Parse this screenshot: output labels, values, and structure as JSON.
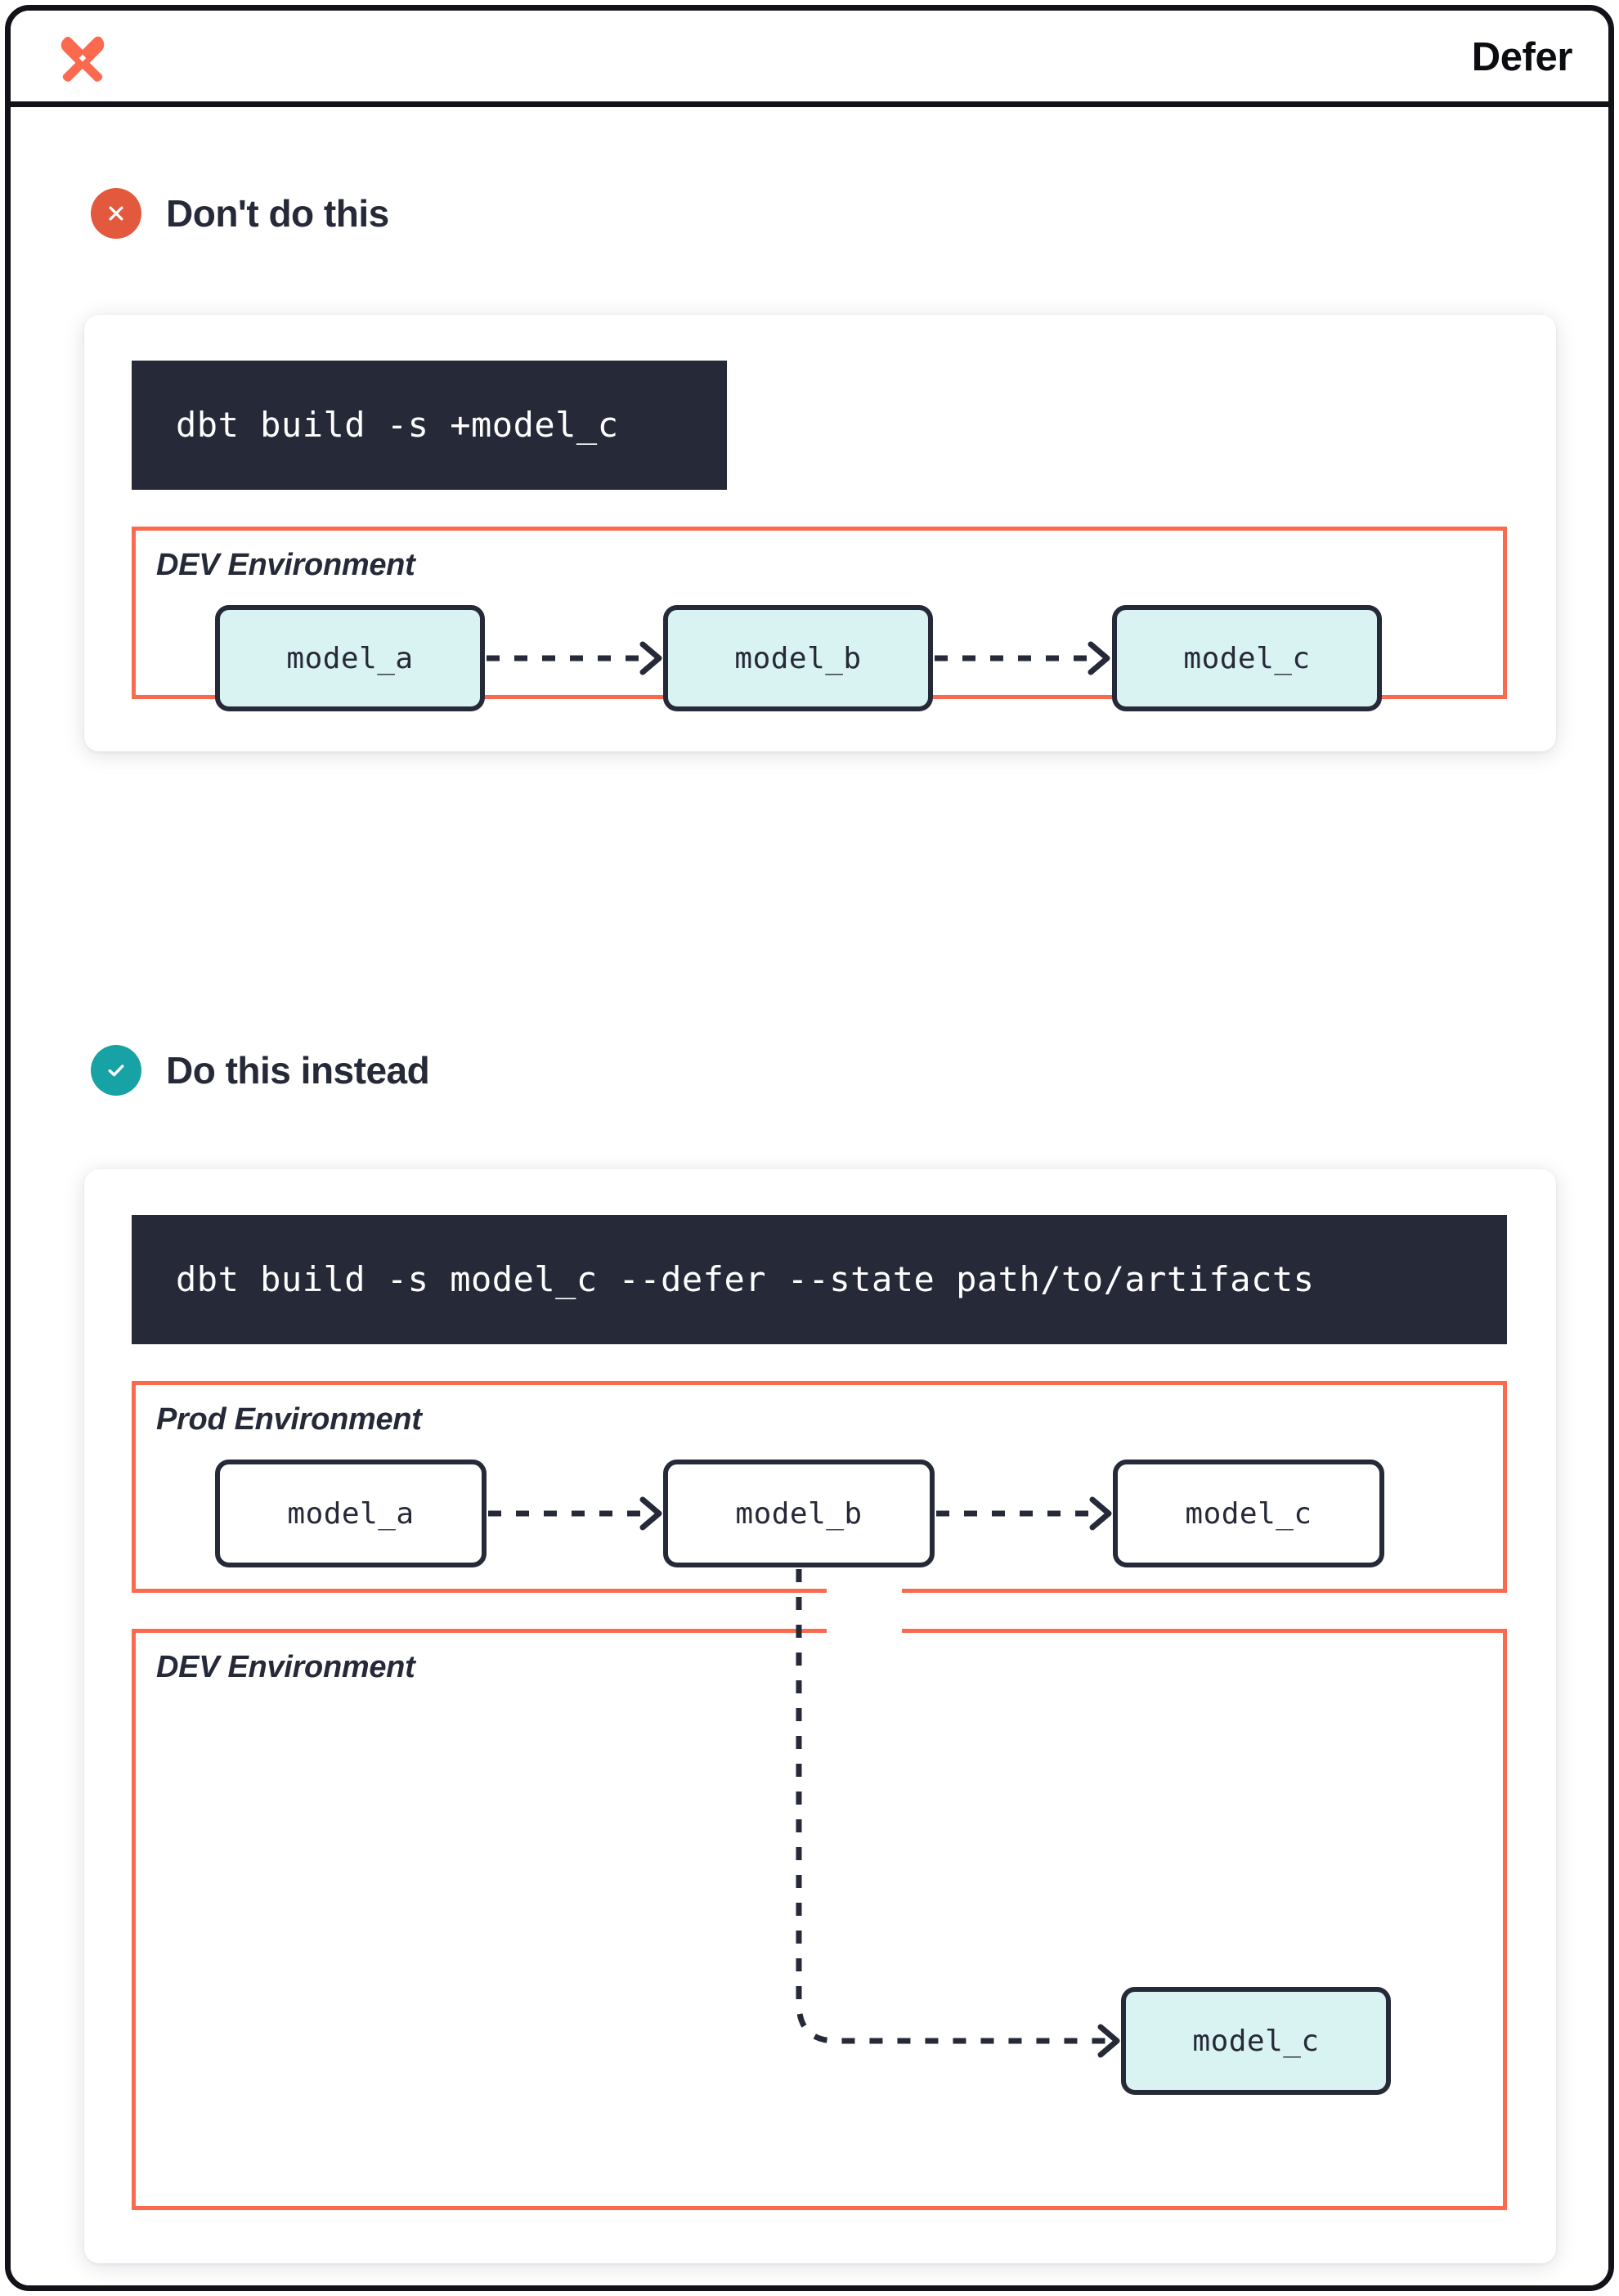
{
  "header": {
    "title": "Defer",
    "logo_icon": "dbt-logo-icon"
  },
  "sections": [
    {
      "id": "dont",
      "badge_icon": "x-circle-icon",
      "badge_color": "#E2593E",
      "title": "Don't do this",
      "command": "dbt build -s +model_c",
      "environments": [
        {
          "label": "DEV Environment",
          "border_color": "#FB6A4F",
          "nodes": [
            {
              "label": "model_a",
              "fill": "#D9F2F2"
            },
            {
              "label": "model_b",
              "fill": "#D9F2F2"
            },
            {
              "label": "model_c",
              "fill": "#D9F2F2"
            }
          ]
        }
      ]
    },
    {
      "id": "do",
      "badge_icon": "check-circle-icon",
      "badge_color": "#17A2A5",
      "title": "Do this instead",
      "command": "dbt build -s model_c --defer --state path/to/artifacts",
      "environments": [
        {
          "label": "Prod Environment",
          "border_color": "#FB6A4F",
          "nodes": [
            {
              "label": "model_a",
              "fill": "#FFFFFF"
            },
            {
              "label": "model_b",
              "fill": "#FFFFFF"
            },
            {
              "label": "model_c",
              "fill": "#FFFFFF"
            }
          ]
        },
        {
          "label": "DEV Environment",
          "border_color": "#FB6A4F",
          "nodes": [
            {
              "label": "model_c",
              "fill": "#D9F2F2"
            }
          ]
        }
      ]
    }
  ],
  "colors": {
    "accent_orange": "#FB6A4F",
    "accent_red": "#E2593E",
    "accent_teal": "#17A2A5",
    "node_fill_teal": "#D9F2F2",
    "ink": "#262A38",
    "code_bg": "#262A38"
  }
}
